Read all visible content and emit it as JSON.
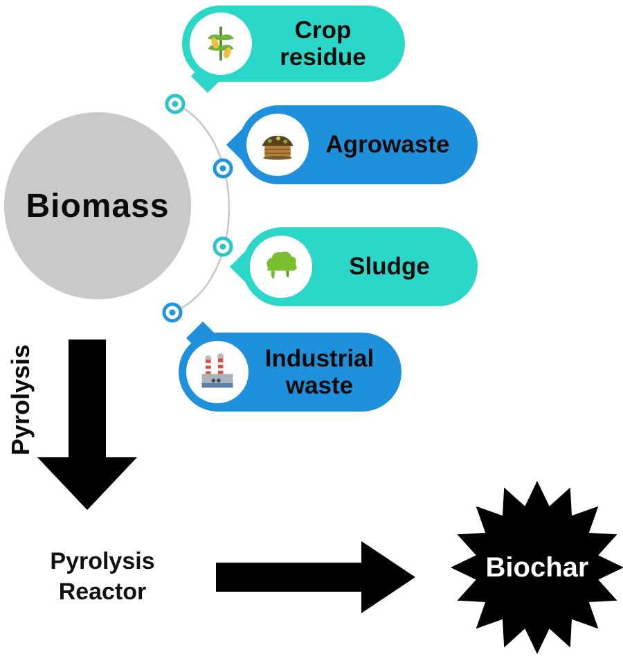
{
  "diagram": {
    "biomass": {
      "label": "Biomass"
    },
    "sources": [
      {
        "id": "crop-residue",
        "label": "Crop residue",
        "icon": "corn-icon",
        "color": "#2bd7c9"
      },
      {
        "id": "agrowaste",
        "label": "Agrowaste",
        "icon": "compost-icon",
        "color": "#1e90dc"
      },
      {
        "id": "sludge",
        "label": "Sludge",
        "icon": "sludge-blob-icon",
        "color": "#2bd7c9"
      },
      {
        "id": "industrial-waste",
        "label": "Industrial waste",
        "icon": "factory-icon",
        "color": "#1e90dc"
      }
    ],
    "process": {
      "pyrolysis_label": "Pyrolysis",
      "reactor_label": "Pyrolysis Reactor",
      "biochar_label": "Biochar"
    },
    "colors": {
      "teal": "#2bd7c9",
      "blue": "#1e90dc",
      "biomass_gray": "#c9c9c9",
      "connector_gray": "#c8c8c8",
      "black": "#000000"
    }
  }
}
